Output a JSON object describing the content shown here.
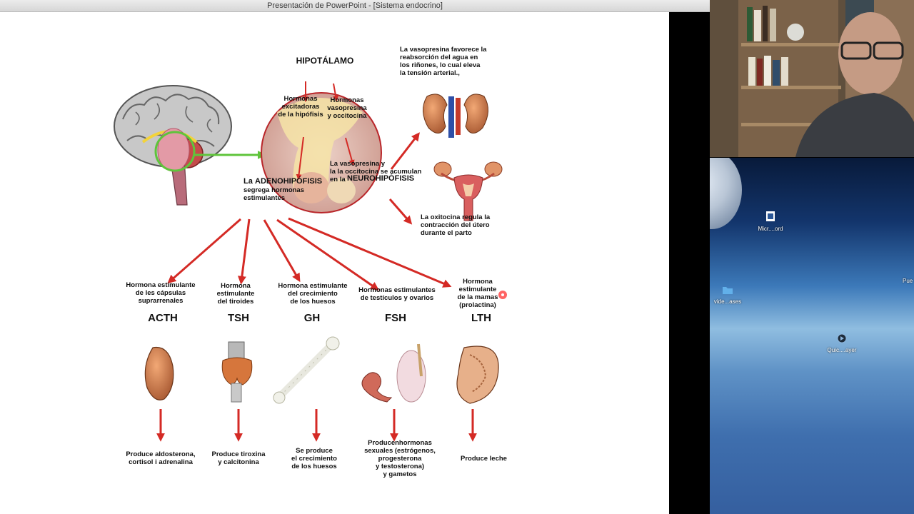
{
  "window": {
    "title": "Presentación de PowerPoint - [Sistema endocrino]"
  },
  "slide": {
    "hipotalamo": "HIPOTÁLAMO",
    "hormonas_excitadoras": "Hormonas\nexcitadoras\nde la hipófisis",
    "hormonas_vasopresina": "Hormonas\nvasopresina\ny occitocina",
    "neuro_text_1": "La vasopresina y",
    "neuro_text_2": "la la occitocina se acumulan",
    "neuro_text_3": "en la",
    "neurohipofisis": "NEUROHIPÓFISIS",
    "adeno_prefix": "La",
    "adenohipofisis": "ADENOHIPÓFISIS",
    "adeno_desc": "segrega hormonas\nestimulantes",
    "vasopresina_effect": "La vasopresina favorece la\nreabsorción del agua en\nlos riñones, lo cual eleva\nla tensión arterial.,",
    "oxitocina_effect": "La oxitocina regula la\ncontracción  del útero\ndurante el parto",
    "hormones": [
      {
        "desc": "Hormona estimulante\nde les cápsulas\nsuprarrenales",
        "abbr": "ACTH",
        "effect": "Produce aldosterona,\ncortisol i adrenalina"
      },
      {
        "desc": "Hormona\nestimulante\ndel tiroides",
        "abbr": "TSH",
        "effect": "Produce tiroxina\ny calcitonina"
      },
      {
        "desc": "Hormona estimulante\ndel crecimiento\nde los huesos",
        "abbr": "GH",
        "effect": "Se produce\nel crecimiento\nde los huesos"
      },
      {
        "desc": "Hormonas estimulantes\nde testículos y ovarios",
        "abbr": "FSH",
        "effect": "Producenhormonas\nsexuales (estrógenos,\nprogesterona\ny testosterona)\ny gametos"
      },
      {
        "desc": "Hormona\nestimulante\nde la mamas\n(prolactina)",
        "abbr": "LTH",
        "effect": "Produce leche"
      }
    ]
  },
  "desktop": {
    "icons": [
      {
        "label": "Micr....ord",
        "icon": "word-document-icon"
      },
      {
        "label": "vide...ases",
        "icon": "folder-icon"
      },
      {
        "label": "Quic....ayer",
        "icon": "quicktime-player-icon"
      },
      {
        "label": "Pue",
        "icon": "partial-icon"
      }
    ]
  },
  "colors": {
    "arrow_red": "#d42a25",
    "arrow_green": "#5fc43b",
    "circle_fill": "#dcb4aa",
    "circle_border": "#b9262a"
  }
}
